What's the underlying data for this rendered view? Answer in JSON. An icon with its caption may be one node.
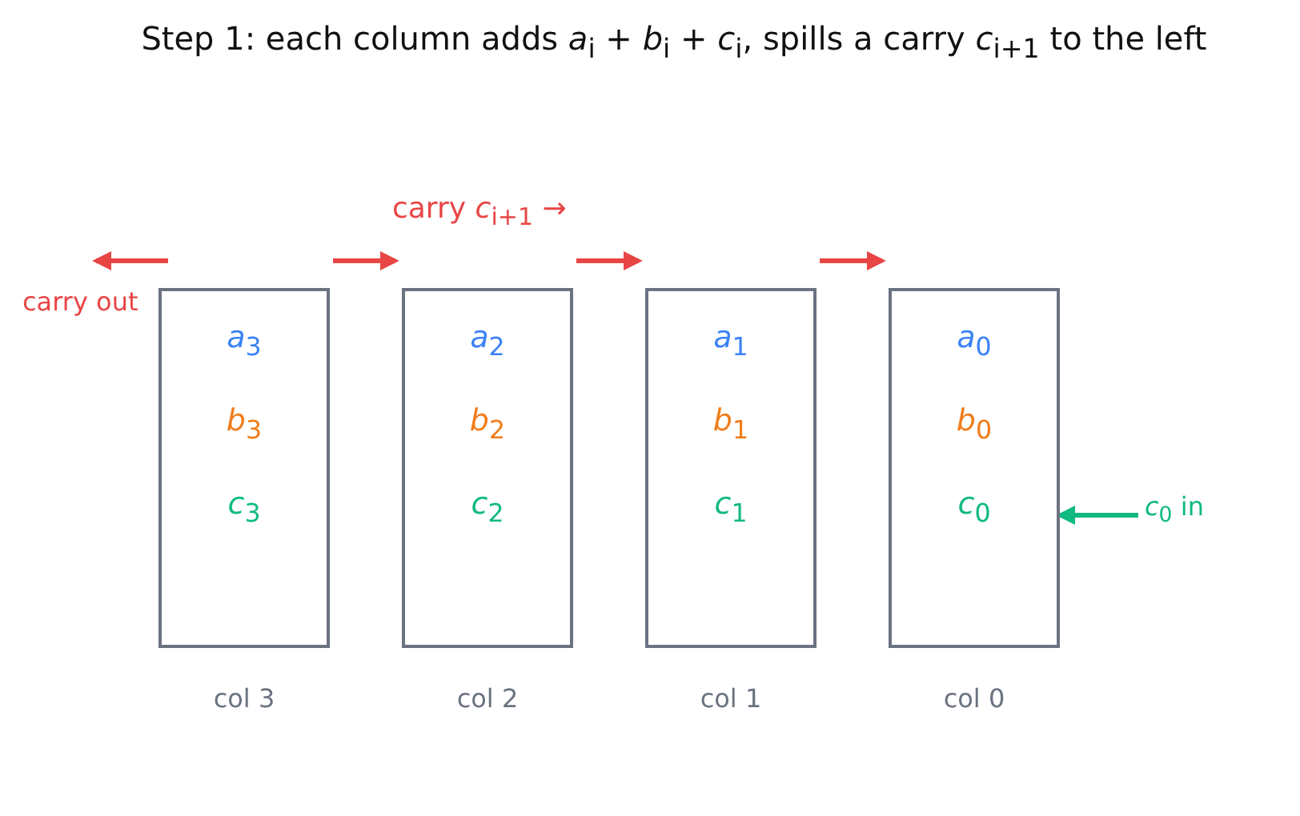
{
  "diagram": {
    "title": "Step 1: each column adds *a*$_{i}$ + *b*$_{i}$ + *c*$_{i}$, spills a carry *c*$_{i+1}$ to the left",
    "nodes": [
      {
        "text": [
          "*a*$_{3}$",
          "*b*$_{3}$",
          "*c*$_{3}$"
        ],
        "beside": [
          "col 3"
        ]
      },
      {
        "text": [
          "*a*$_{2}$",
          "*b*$_{2}$",
          "*c*$_{2}$"
        ],
        "beside": [
          "col 2"
        ]
      },
      {
        "text": [
          "*a*$_{1}$",
          "*b*$_{1}$",
          "*c*$_{1}$"
        ],
        "beside": [
          "col 1"
        ]
      },
      {
        "text": [
          "*a*$_{0}$",
          "*b*$_{0}$",
          "*c*$_{0}$"
        ],
        "beside": [
          "col 0"
        ]
      },
      {
        "text": [
          "carry out"
        ]
      },
      {
        "text": [
          "*c*$_{0}$ in"
        ]
      }
    ],
    "edges": [
      {
        "from": 0,
        "to": 1,
        "arrow": "to"
      },
      {
        "from": 1,
        "to": 2,
        "arrow": "to"
      },
      {
        "from": 2,
        "to": 3,
        "arrow": "to"
      },
      {
        "from": 0,
        "to": 4,
        "arrow": "to"
      },
      {
        "from": 5,
        "to": 3,
        "arrow": "to",
        "color": "#10b981"
      }
    ],
    "labels": [
      "carry *c*$_{i+1}$ →"
    ]
  }
}
